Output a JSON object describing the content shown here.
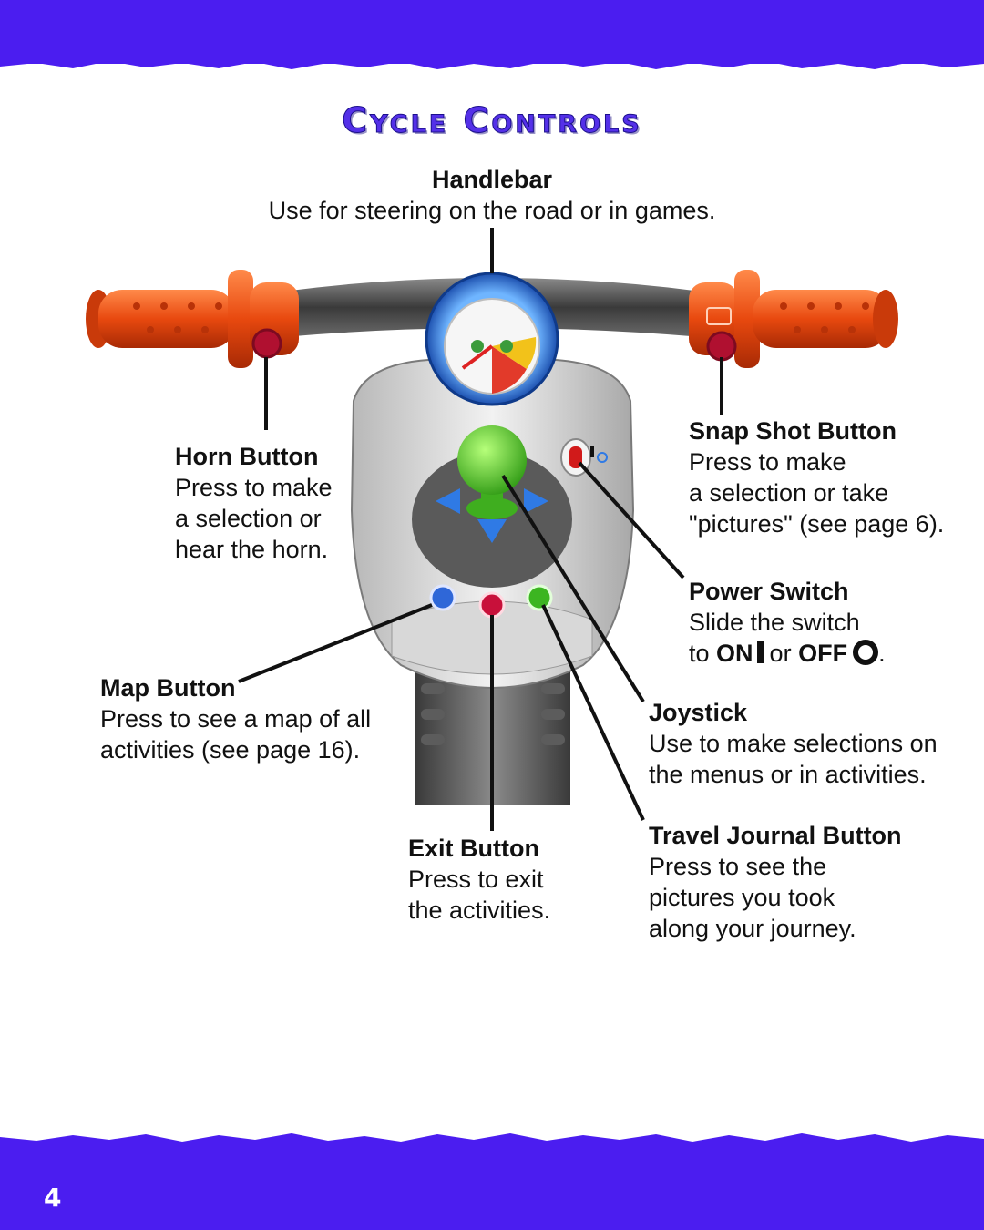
{
  "title": "Cycle Controls",
  "handlebar": {
    "head": "Handlebar",
    "body": "Use for steering on the road or in games."
  },
  "horn": {
    "head": "Horn Button",
    "body": "Press to make\na selection or\nhear the horn."
  },
  "snap": {
    "head": "Snap Shot Button",
    "body": "Press to make\na selection or take\n\"pictures\" (see page 6)."
  },
  "power": {
    "head": "Power Switch",
    "line1": "Slide the switch",
    "to": "to",
    "on": "ON",
    "or": "or",
    "off": "OFF",
    "end": "."
  },
  "map": {
    "head": "Map Button",
    "body": "Press to see a map of all\nactivities (see page 16)."
  },
  "joystick": {
    "head": "Joystick",
    "body": "Use to make selections on\nthe menus or in activities."
  },
  "exit": {
    "head": "Exit Button",
    "body": "Press to exit\nthe activities."
  },
  "travel": {
    "head": "Travel Journal Button",
    "body": "Press to see the\npictures you took\nalong your journey."
  },
  "page_number": "4",
  "colors": {
    "band": "#4b1df0",
    "title": "#5430e8",
    "grip": "#e8490f",
    "joystick": "#4ccc2a",
    "gauge_ring": "#2a6fd6"
  }
}
